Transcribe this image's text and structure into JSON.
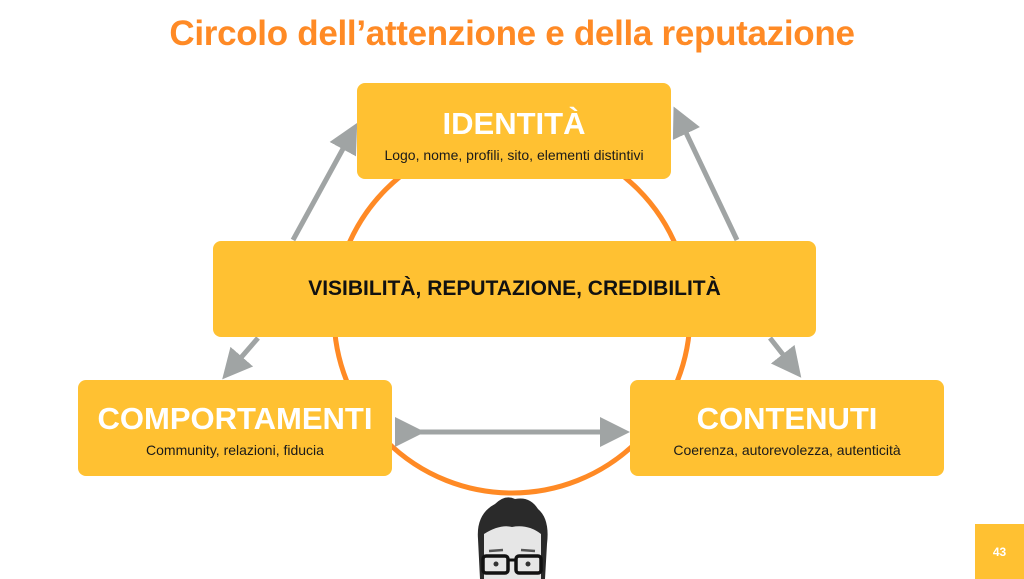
{
  "title": "Circolo dell’attenzione e della reputazione",
  "boxes": {
    "identity": {
      "heading": "IDENTITÀ",
      "sub": "Logo, nome, profili, sito, elementi distintivi"
    },
    "center": {
      "text": "VISIBILITÀ, REPUTAZIONE, CREDIBILITÀ"
    },
    "behaviours": {
      "heading": "COMPORTAMENTI",
      "sub": "Community, relazioni, fiducia"
    },
    "contents": {
      "heading": "CONTENUTI",
      "sub": "Coerenza, autorevolezza, autenticità"
    }
  },
  "page_number": "43",
  "colors": {
    "accent": "#FF8A25",
    "box": "#FFC132",
    "arrow": "#A0A4A4"
  }
}
